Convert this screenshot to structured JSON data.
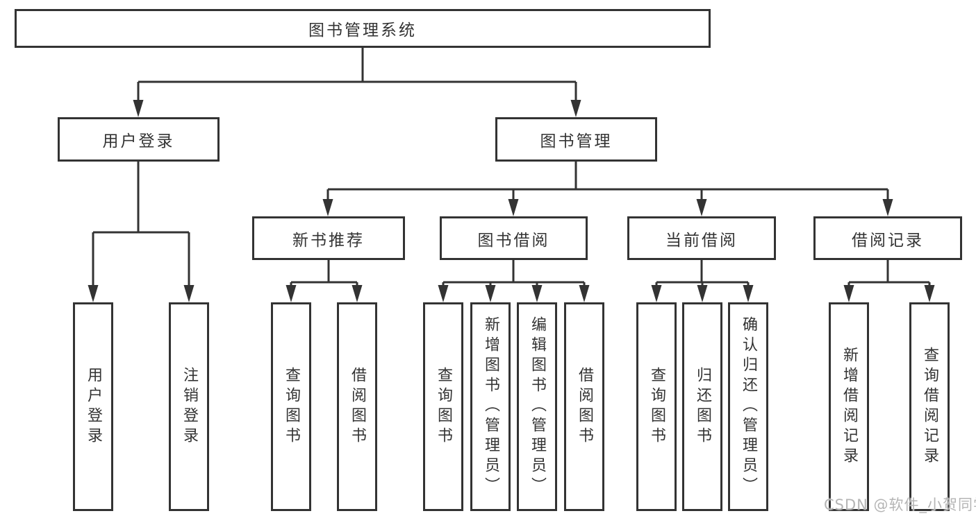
{
  "diagram": {
    "root": {
      "label": "图书管理系统"
    },
    "level2": [
      {
        "label": "用户登录"
      },
      {
        "label": "图书管理"
      }
    ],
    "level3": [
      {
        "label": "新书推荐"
      },
      {
        "label": "图书借阅"
      },
      {
        "label": "当前借阅"
      },
      {
        "label": "借阅记录"
      }
    ],
    "leaves": {
      "user_login": [
        {
          "label": "用户登录"
        },
        {
          "label": "注销登录"
        }
      ],
      "new_book_rec": [
        {
          "label": "查询图书"
        },
        {
          "label": "借阅图书"
        }
      ],
      "book_borrow": [
        {
          "label": "查询图书"
        },
        {
          "label": "新增图书（管理员）"
        },
        {
          "label": "编辑图书（管理员）"
        },
        {
          "label": "借阅图书"
        }
      ],
      "current_borrow": [
        {
          "label": "查询图书"
        },
        {
          "label": "归还图书"
        },
        {
          "label": "确认归还（管理员）"
        }
      ],
      "borrow_record": [
        {
          "label": "新增借阅记录"
        },
        {
          "label": "查询借阅记录"
        }
      ]
    }
  },
  "colors": {
    "line": "#333333",
    "text": "#333333",
    "background": "#ffffff",
    "watermark": "#b5b5b5"
  },
  "watermark": {
    "text": "CSDN @软件_小贺同学"
  }
}
